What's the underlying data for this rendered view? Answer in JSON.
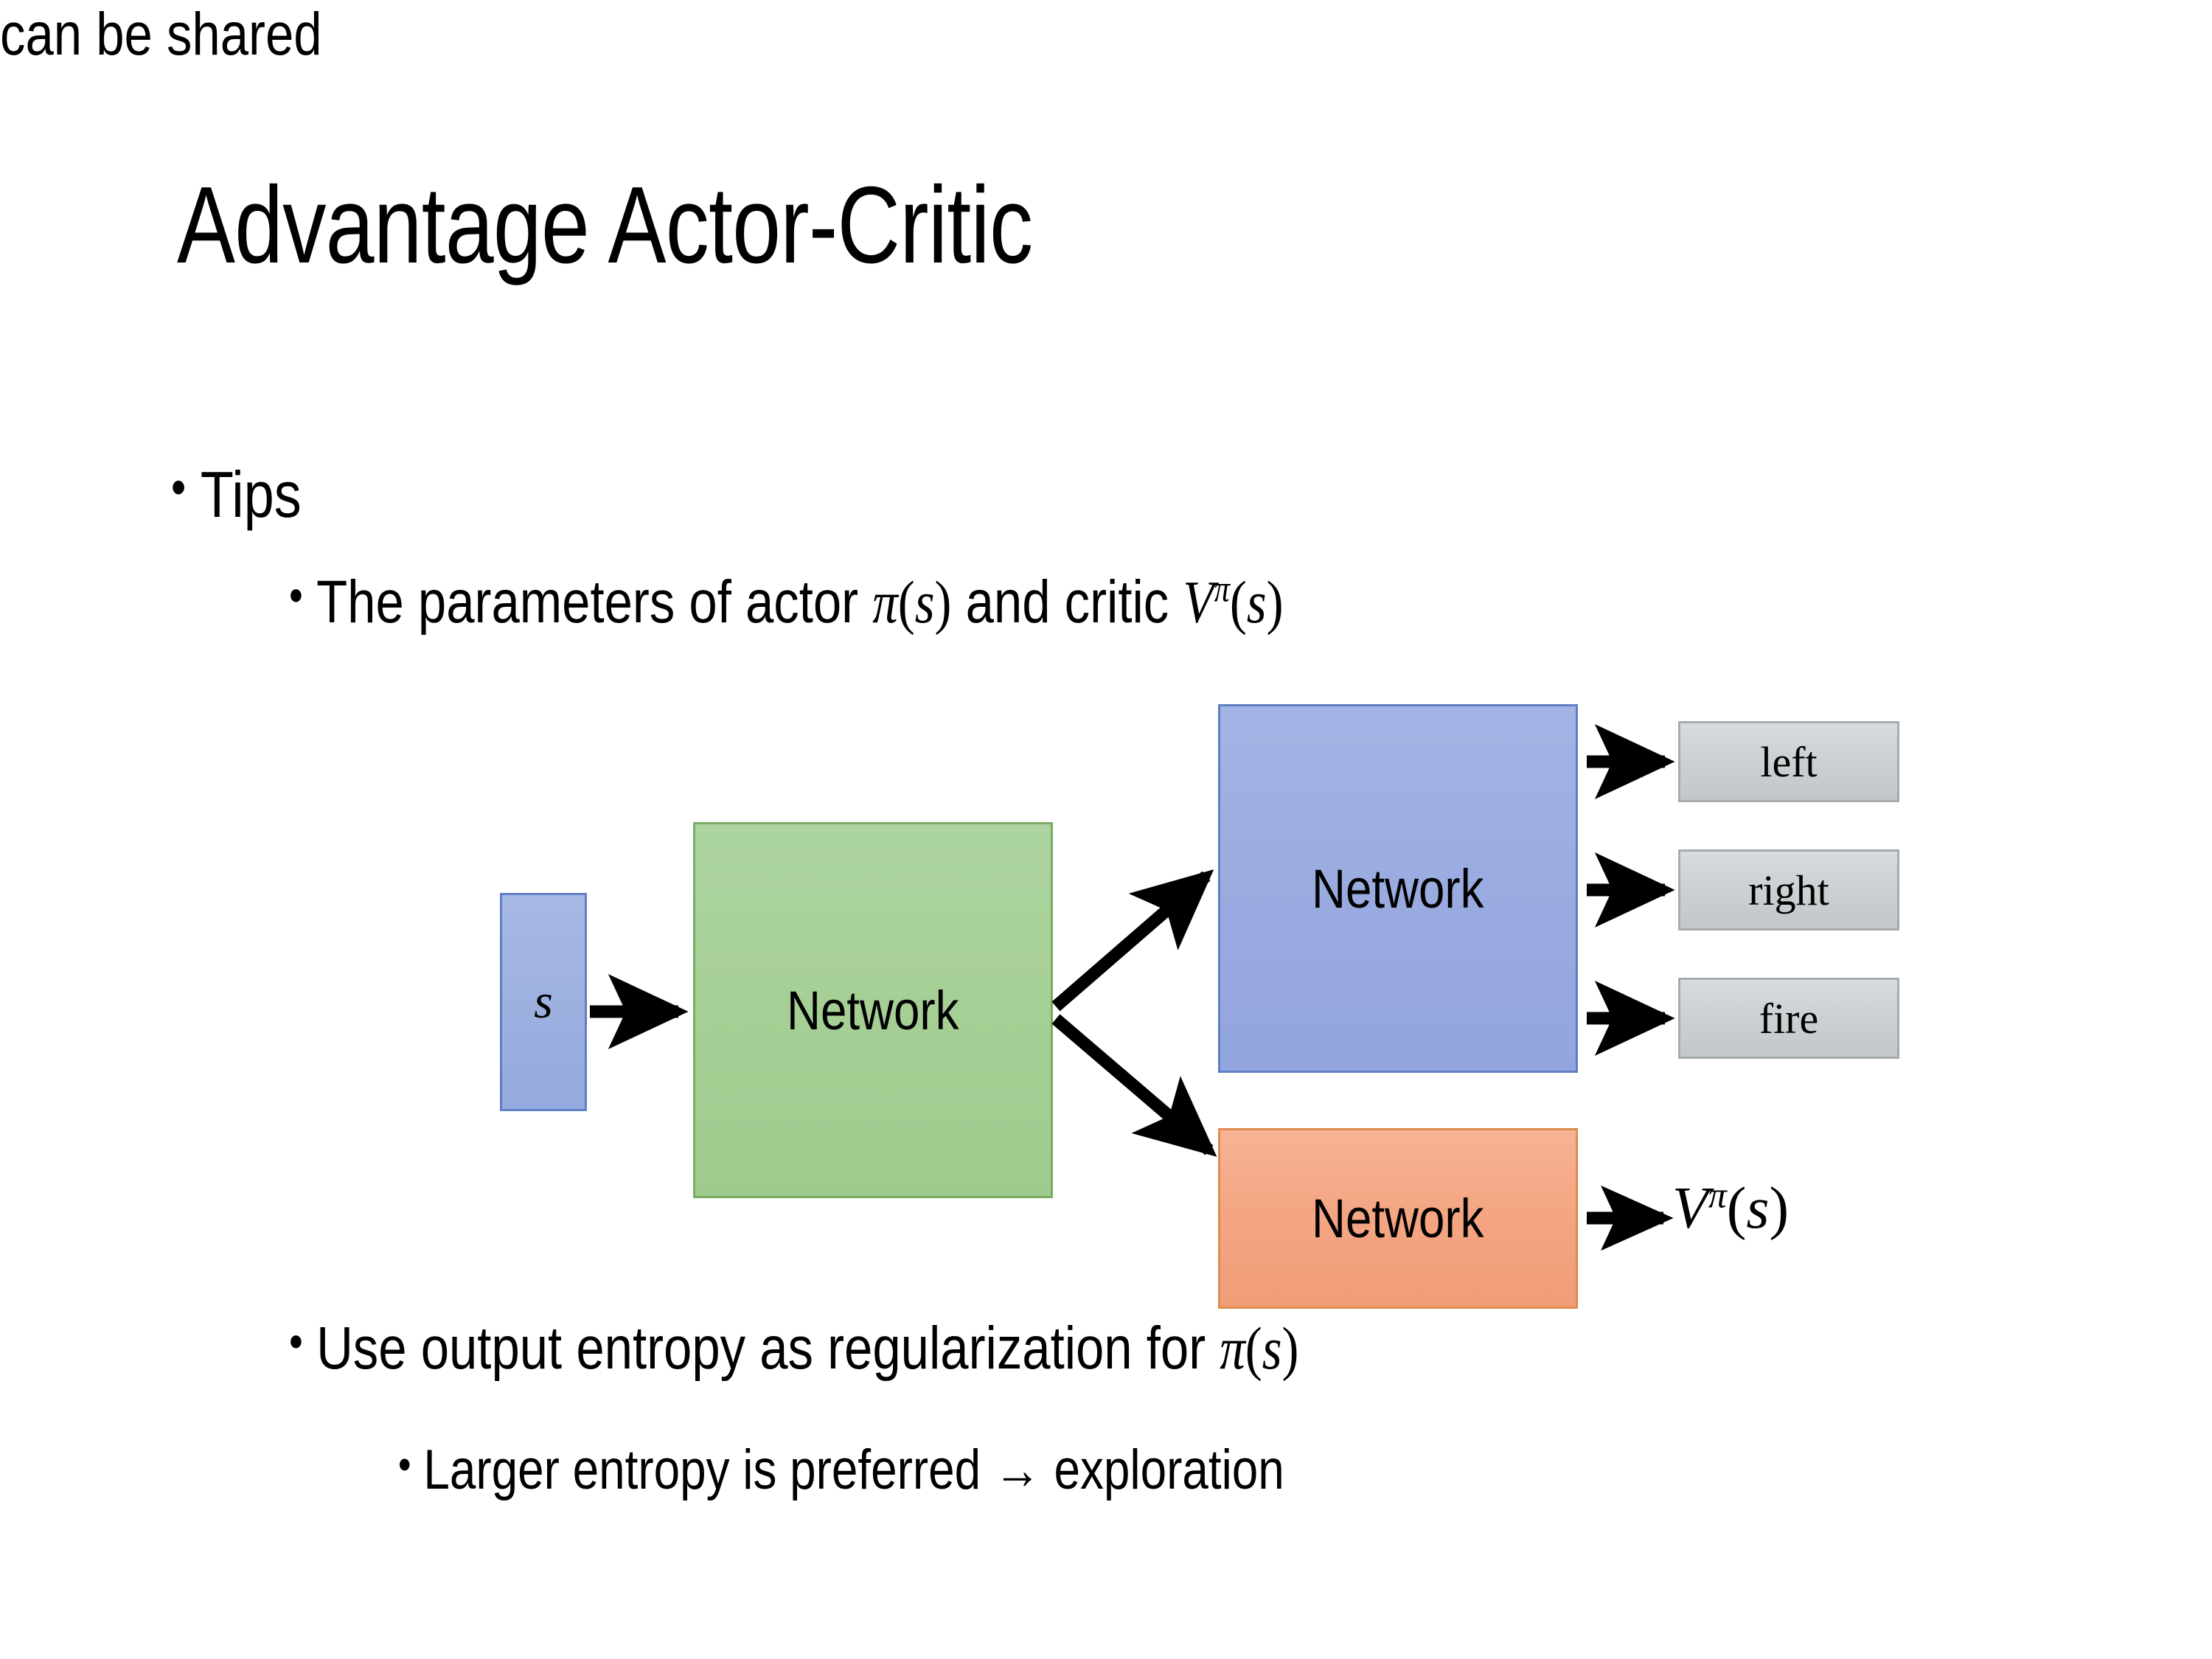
{
  "slide": {
    "title": "Advantage Actor-Critic",
    "background": "#ffffff"
  },
  "bullets": {
    "level1": {
      "marker": "•",
      "text": "Tips"
    },
    "level2_parameters": {
      "marker": "•",
      "line1_prefix": "The parameters of actor ",
      "math_actor": {
        "symbol": "π",
        "open": "(",
        "arg": "s",
        "close": ")"
      },
      "line1_middle": "  and critic ",
      "math_critic": {
        "symbol": "V",
        "superscript": "π",
        "open": "(",
        "arg": "s",
        "close": ")"
      },
      "line2": "can be shared"
    },
    "level2_entropy": {
      "marker": "•",
      "prefix": "Use output entropy as regularization for ",
      "math_actor": {
        "symbol": "π",
        "open": "(",
        "arg": "s",
        "close": ")"
      }
    },
    "level3_larger": {
      "marker": "•",
      "text": "Larger entropy is preferred → exploration"
    }
  },
  "diagram": {
    "input_node": {
      "label": "s",
      "fill": "#9cb0e0",
      "border": "#5f7fc4"
    },
    "shared_network": {
      "label": "Network",
      "fill": "#a6cf95",
      "border": "#7aab62"
    },
    "actor_network": {
      "label": "Network",
      "fill": "#9aabe0",
      "border": "#5f7fc4"
    },
    "critic_network": {
      "label": "Network",
      "fill": "#f4a582",
      "border": "#de8b4f"
    },
    "actions": [
      {
        "label": "left",
        "fill": "#cdd1d3",
        "border": "#a6acae"
      },
      {
        "label": "right",
        "fill": "#cdd1d3",
        "border": "#a6acae"
      },
      {
        "label": "fire",
        "fill": "#cdd1d3",
        "border": "#a6acae"
      }
    ],
    "value_output": {
      "symbol": "V",
      "superscript": "π",
      "open": "(",
      "arg": "s",
      "close": ")"
    },
    "arrow_color": "#000000"
  }
}
